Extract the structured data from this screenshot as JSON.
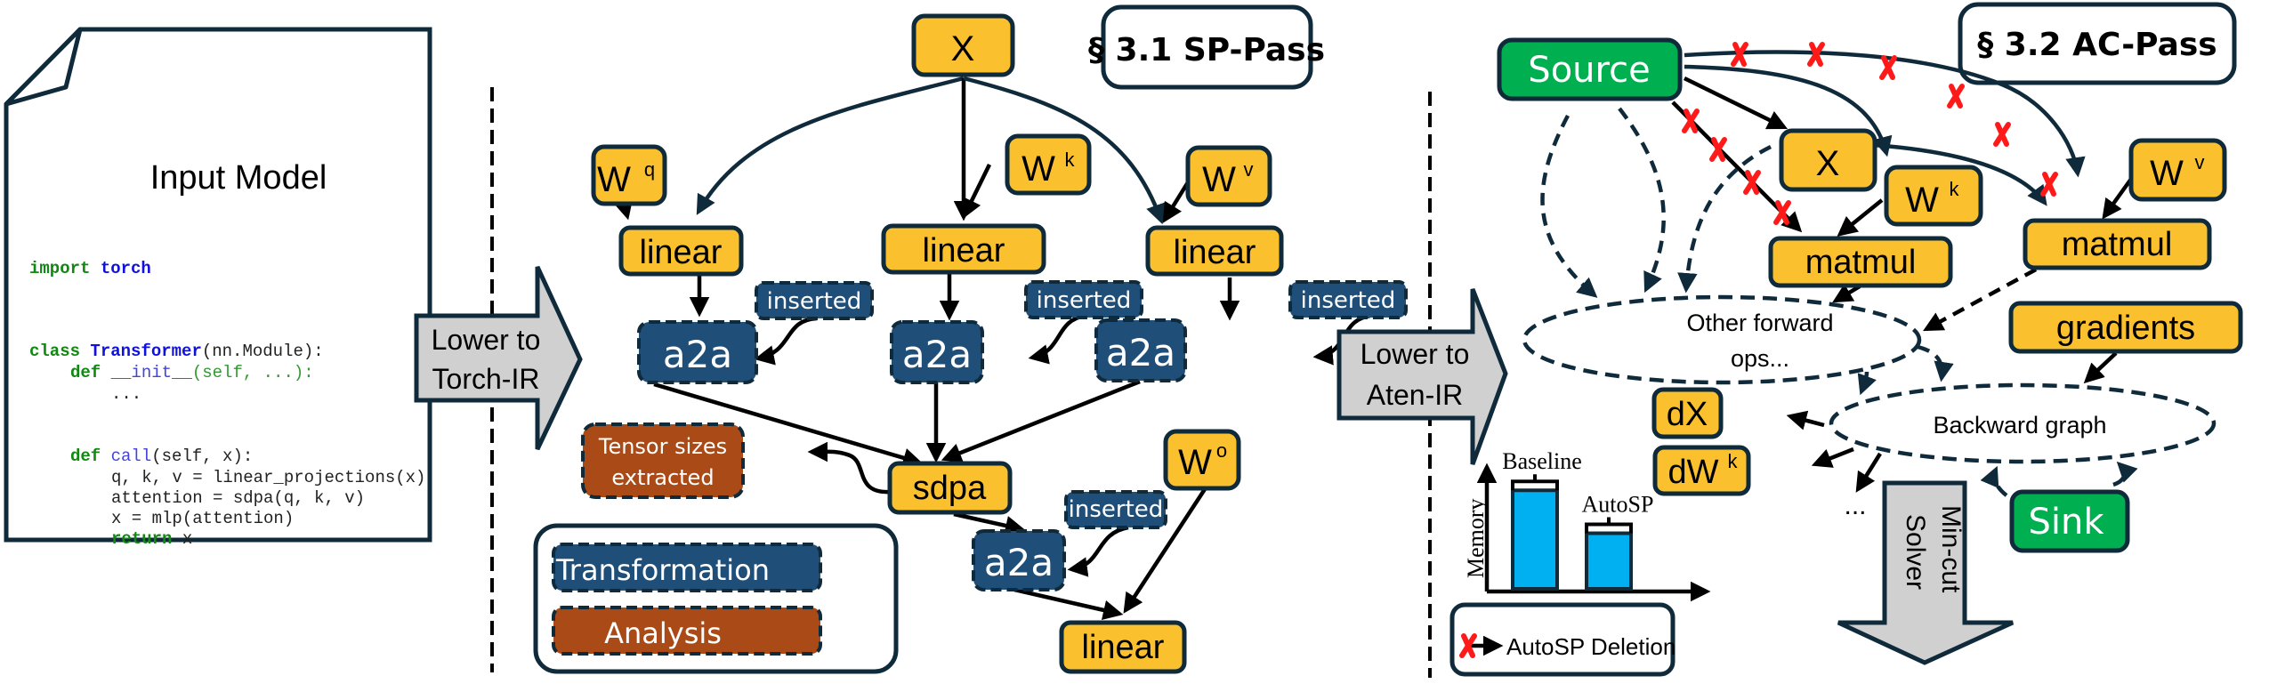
{
  "input_model": {
    "title": "Input Model",
    "code": {
      "line1_kw": "import",
      "line1_name": "torch",
      "line2_kw": "class",
      "line2_name": "Transformer",
      "line2_rest": "(nn.Module):",
      "line3_kw": "def",
      "line3_fn": "__init__",
      "line3_args": "(self, ...):",
      "line3_self": "self",
      "line4": "...",
      "line5_kw": "def",
      "line5_fn": "call",
      "line5_rest": "(self, x):",
      "line6": "q, k, v = linear_projections(x)",
      "line7": "attention = sdpa(q, k, v)",
      "line8": "x = mlp(attention)",
      "line9_kw": "return",
      "line9_rest": " x"
    }
  },
  "arrows": {
    "lower_torch_line1": "Lower to",
    "lower_torch_line2": "Torch-IR",
    "lower_aten_line1": "Lower to",
    "lower_aten_line2": "Aten-IR",
    "mincut_line1": "Min-cut",
    "mincut_line2": "Solver"
  },
  "sp_pass": {
    "title": "§ 3.1 SP-Pass",
    "x": "X",
    "wq": "W",
    "wq_sup": "q",
    "wk": "W",
    "wk_sup": "k",
    "wv": "W",
    "wv_sup": "v",
    "wo": "W",
    "wo_sup": "o",
    "linear": "linear",
    "a2a": "a2a",
    "inserted": "inserted",
    "sdpa": "sdpa",
    "tensor_sizes_1": "Tensor sizes",
    "tensor_sizes_2": "extracted",
    "legend_transformation": "Transformation",
    "legend_analysis": "Analysis",
    "colors": {
      "op_node": "#FBC02D",
      "transformation": "#1F4E79",
      "analysis": "#A94A17"
    }
  },
  "ac_pass": {
    "title": "§ 3.2 AC-Pass",
    "source": "Source",
    "sink": "Sink",
    "x": "X",
    "wk": "W",
    "wk_sup": "k",
    "wv": "W",
    "wv_sup": "v",
    "matmul": "matmul",
    "gradients": "gradients",
    "other_forward_1": "Other forward",
    "other_forward_2": "ops...",
    "backward_graph": "Backward graph",
    "dx": "dX",
    "dw": "dW",
    "dw_sup": "k",
    "ellipsis": "...",
    "legend_deletion": "AutoSP Deletion",
    "colors": {
      "source_sink": "#00B050",
      "deletion_mark": "#FF1A1A"
    }
  },
  "chart_data": {
    "type": "bar",
    "title": "",
    "xlabel": "",
    "ylabel": "Memory",
    "categories": [
      "Baseline",
      "AutoSP"
    ],
    "values": [
      0.78,
      0.44
    ],
    "ylim": [
      0,
      1
    ],
    "grid": false,
    "legend": "none",
    "note": "Qualitative illustration; bars show relative memory, Baseline taller than AutoSP"
  }
}
